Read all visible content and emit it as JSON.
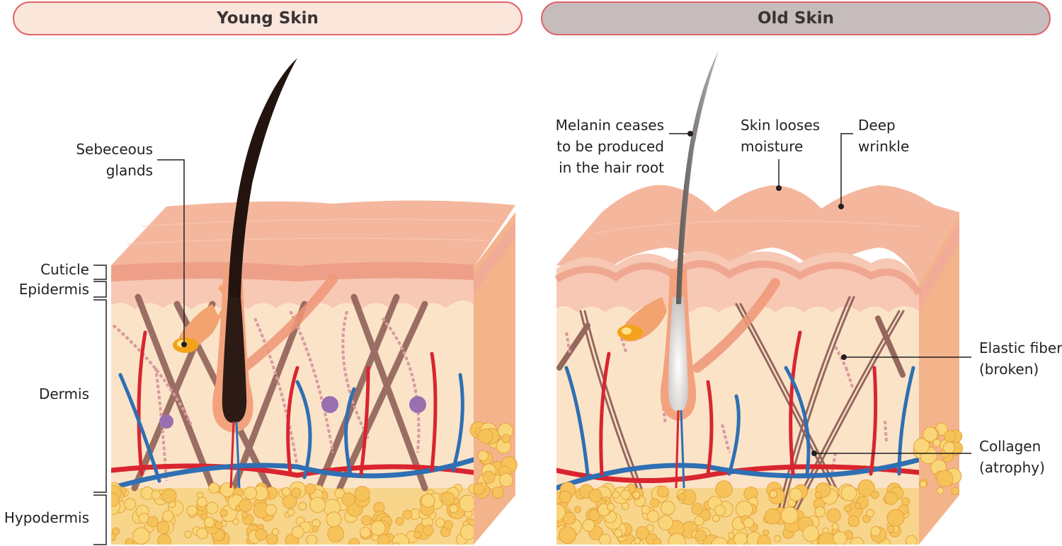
{
  "panels": {
    "young": {
      "title": "Young Skin"
    },
    "old": {
      "title": "Old Skin"
    }
  },
  "layer_labels": {
    "cuticle": "Cuticle",
    "epidermis": "Epidermis",
    "dermis": "Dermis",
    "hypodermis": "Hypodermis"
  },
  "callouts": {
    "sebaceous": "Sebeceous\nglands",
    "melanin": "Melanin ceases\nto be produced\nin the hair root",
    "moisture": "Skin looses\nmoisture",
    "wrinkle": "Deep\nwrinkle",
    "elastic": "Elastic fiber\n(broken)",
    "collagen": "Collagen\n(atrophy)"
  },
  "colors": {
    "surface": "#f4b79d",
    "epidermis": "#f7c8b4",
    "dermis": "#fbe3c8",
    "side": "#f3b48c",
    "fat": "#f6c35a",
    "artery": "#d9252f",
    "vein": "#2f6fb3",
    "collagen": "#8b5a52",
    "elastic": "#d99aa0",
    "hair_young": "#231410",
    "hair_old": "#8e8886",
    "gland": "#f2a31a",
    "pill_young": "#fbe6dc",
    "pill_old": "#c5bcbb",
    "pill_border": "#e2646a"
  }
}
